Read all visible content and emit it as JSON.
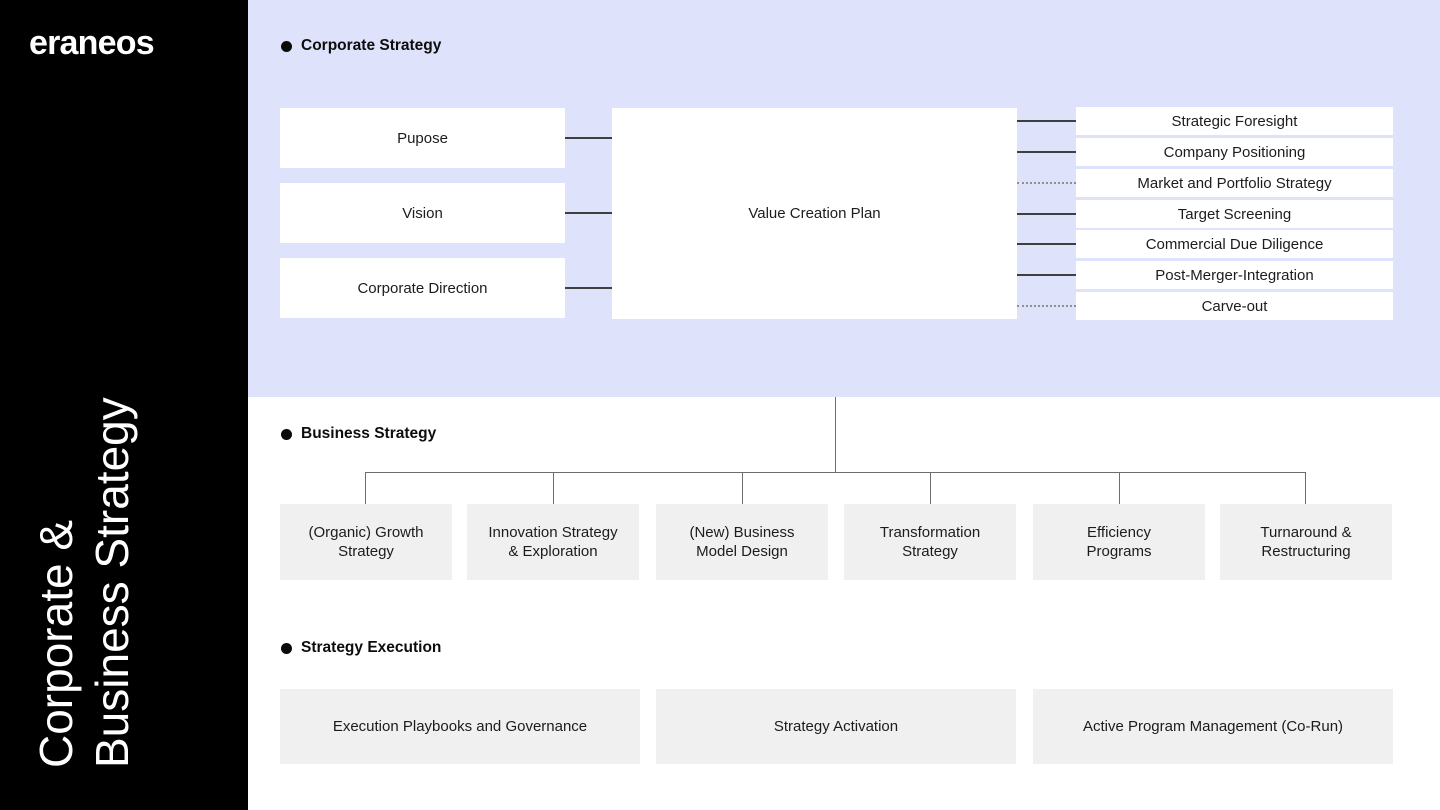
{
  "colors": {
    "sidebar_bg": "#000000",
    "corporate_band_bg": "#dee3fb",
    "card_white": "#ffffff",
    "card_gray": "#f0f0f0",
    "connector_dark": "#3f3f3f",
    "connector_tree": "#6d6d6d",
    "text": "#1c1c1c"
  },
  "sidebar": {
    "logo": "eraneos",
    "title_line1": "Corporate &",
    "title_line2": "Business Strategy"
  },
  "sections": {
    "corporate": {
      "heading": "Corporate Strategy",
      "inputs": [
        {
          "label": "Pupose"
        },
        {
          "label": "Vision"
        },
        {
          "label": "Corporate Direction"
        }
      ],
      "center": {
        "label": "Value Creation Plan"
      },
      "outputs": [
        {
          "label": "Strategic Foresight",
          "connector": "solid"
        },
        {
          "label": "Company Positioning",
          "connector": "solid"
        },
        {
          "label": "Market and Portfolio Strategy",
          "connector": "dotted"
        },
        {
          "label": "Target Screening",
          "connector": "solid"
        },
        {
          "label": "Commercial Due Diligence",
          "connector": "solid"
        },
        {
          "label": "Post-Merger-Integration",
          "connector": "solid"
        },
        {
          "label": "Carve-out",
          "connector": "dotted"
        }
      ]
    },
    "business": {
      "heading": "Business Strategy",
      "items": [
        {
          "label": "(Organic) Growth\nStrategy"
        },
        {
          "label": "Innovation Strategy\n& Exploration"
        },
        {
          "label": "(New) Business\nModel Design"
        },
        {
          "label": "Transformation\nStrategy"
        },
        {
          "label": "Efficiency\nPrograms"
        },
        {
          "label": "Turnaround &\nRestructuring"
        }
      ]
    },
    "execution": {
      "heading": "Strategy Execution",
      "items": [
        {
          "label": "Execution Playbooks and Governance"
        },
        {
          "label": "Strategy Activation"
        },
        {
          "label": "Active Program Management (Co-Run)"
        }
      ]
    }
  }
}
